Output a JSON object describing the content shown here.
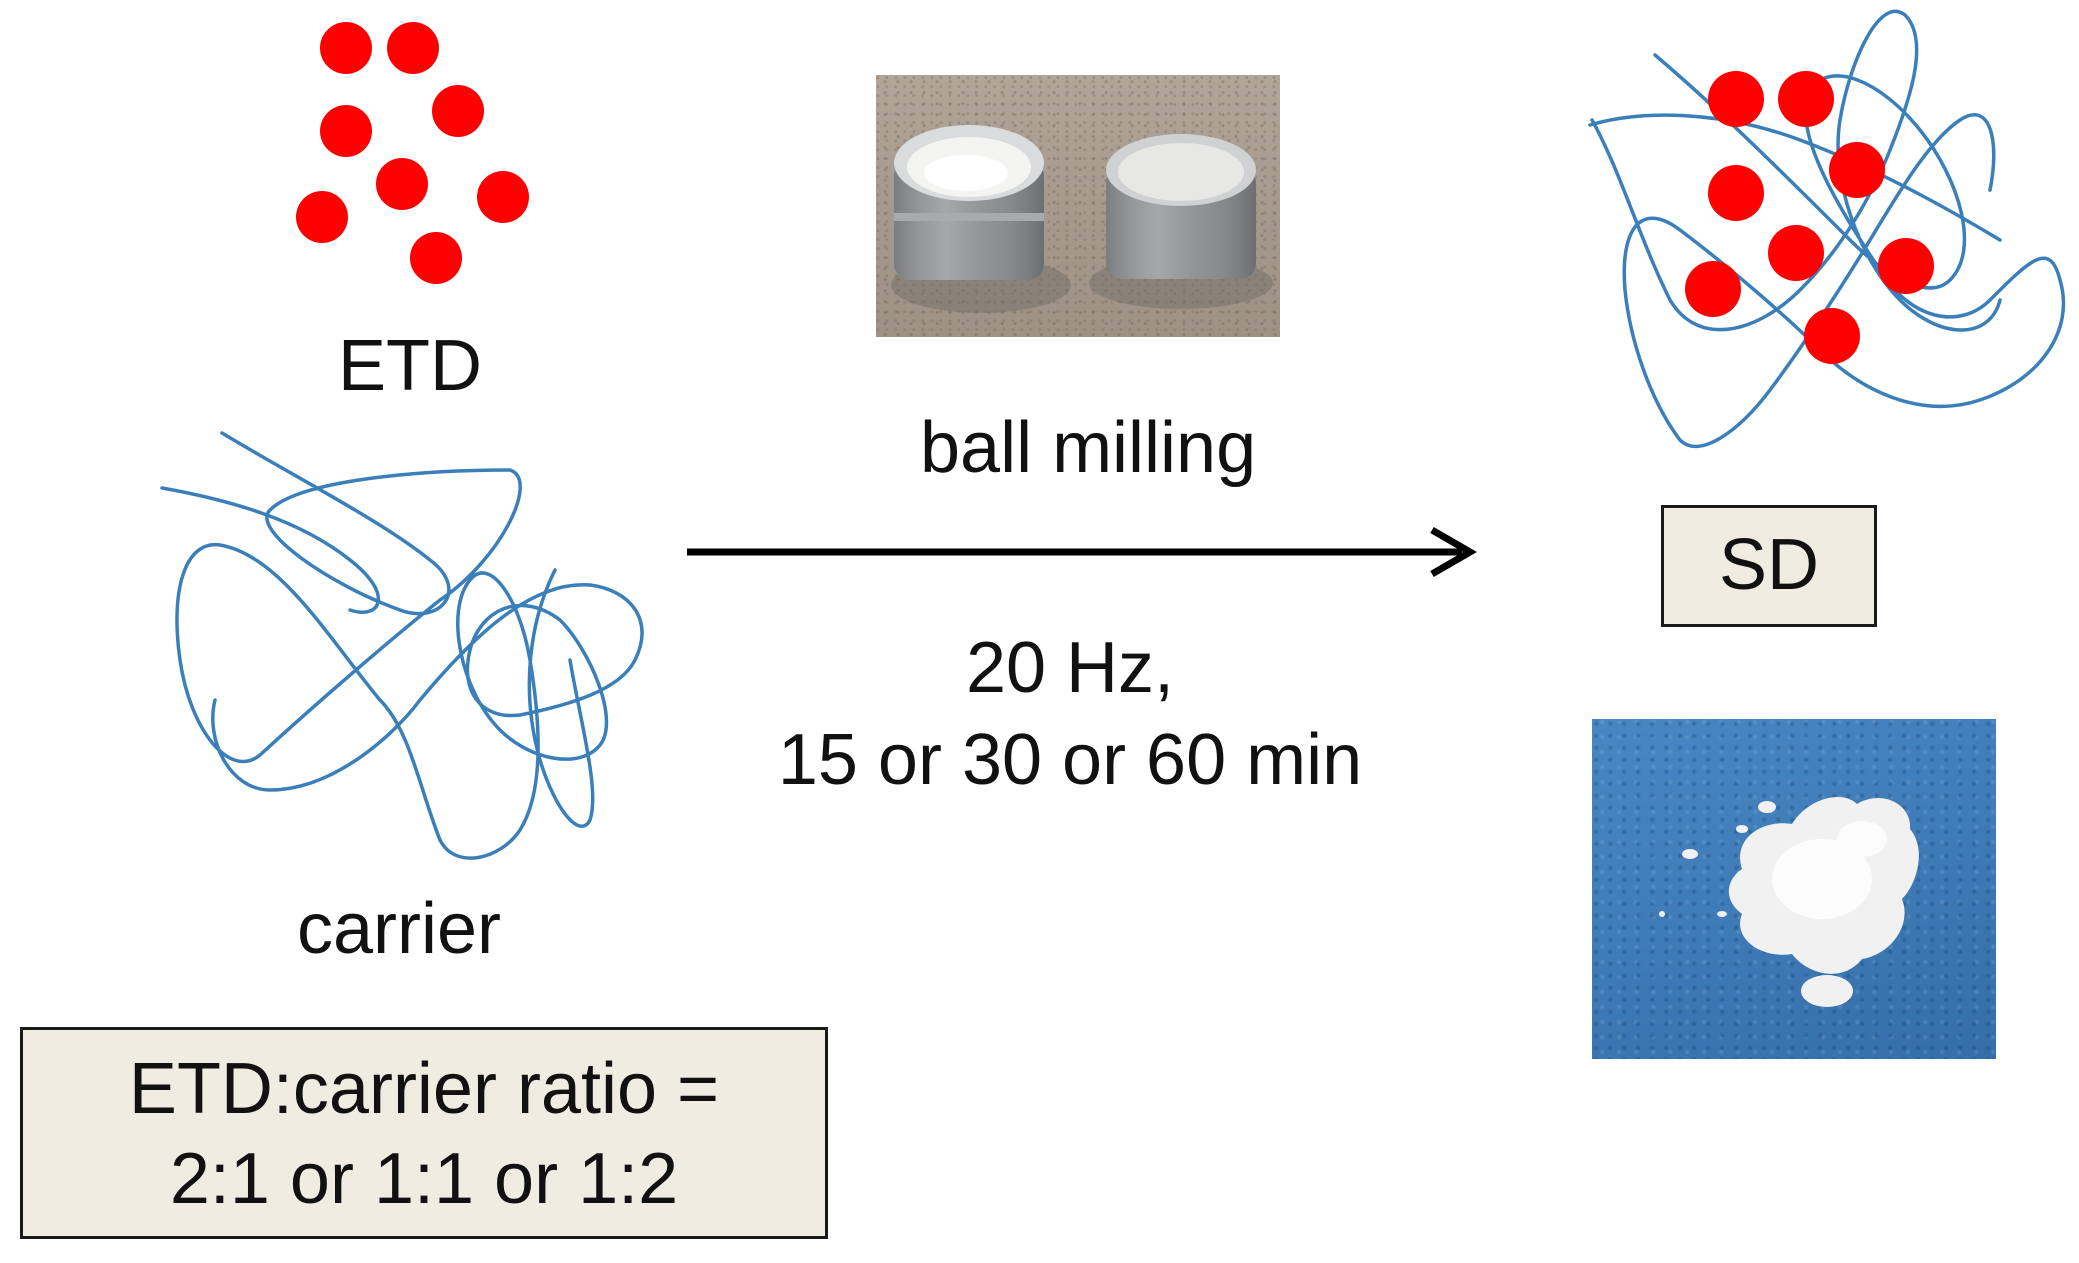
{
  "labels": {
    "etd": "ETD",
    "carrier": "carrier",
    "ball_milling": "ball milling",
    "frequency": "20 Hz,",
    "times": "15 or 30 or 60 min",
    "product": "SD"
  },
  "ratio_box": {
    "line1": "ETD:carrier ratio =",
    "line2": "2:1 or 1:1 or 1:2"
  },
  "colors": {
    "particle": "#ff0000",
    "polymer": "#3a7fba",
    "box_fill": "#efede2",
    "arrow": "#000000"
  }
}
